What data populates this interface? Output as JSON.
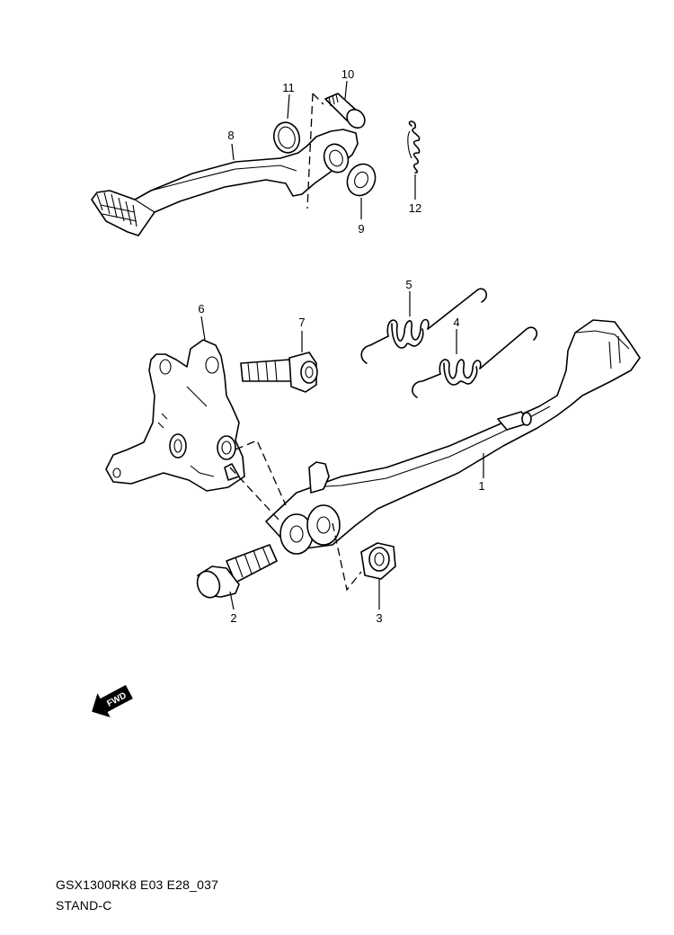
{
  "callouts": [
    "1",
    "2",
    "3",
    "4",
    "5",
    "6",
    "7",
    "8",
    "9",
    "10",
    "11",
    "12"
  ],
  "fwd_badge": "FWD",
  "caption": {
    "code": "GSX1300RK8 E03 E28_037",
    "title": "STAND-C"
  }
}
